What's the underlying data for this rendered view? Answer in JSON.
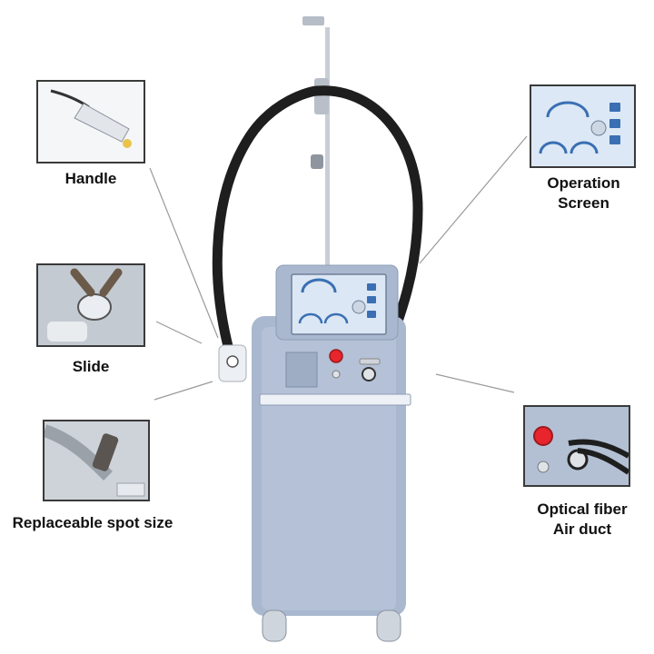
{
  "callouts": {
    "handle": "Handle",
    "slide": "Slide",
    "spot_size": "Replaceable spot size",
    "operation_screen": {
      "line1": "Operation",
      "line2": "Screen"
    },
    "optical_fiber": {
      "line1": "Optical fiber",
      "line2": "Air duct"
    }
  },
  "colors": {
    "machine_body": "#a9b8cf",
    "machine_panel": "#b4c1d6",
    "hose": "#1e1e1e",
    "emergency_button": "#e8242c",
    "leader_line": "#9a9a9a"
  }
}
